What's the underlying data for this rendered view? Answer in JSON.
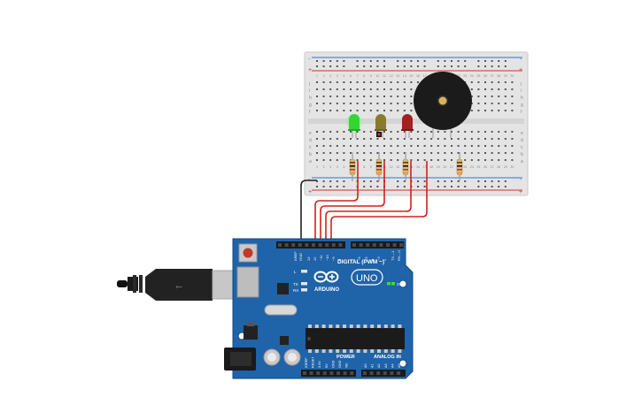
{
  "colors": {
    "canvas": "#ffffff",
    "breadboard": "#e4e4e4",
    "rail_red": "#d32f2f",
    "rail_blue": "#3b6ecf",
    "board": "#1f63a8",
    "board_dark": "#124a80",
    "wire_red": "#d61f1f",
    "wire_black": "#222222",
    "led_green": "#33d633",
    "led_yellow": "#8a7a2c",
    "led_red": "#a32020"
  },
  "breadboard": {
    "rail_plus": "+",
    "rail_minus": "-",
    "row_letters_top": [
      "j",
      "i",
      "h",
      "g",
      "f"
    ],
    "row_letters_bottom": [
      "e",
      "d",
      "c",
      "b",
      "a"
    ],
    "column_numbers": [
      "1",
      "2",
      "3",
      "4",
      "5",
      "6",
      "7",
      "8",
      "9",
      "10",
      "11",
      "12",
      "13",
      "14",
      "15",
      "16",
      "17",
      "18",
      "19",
      "20",
      "21",
      "22",
      "23",
      "24",
      "25",
      "26",
      "27",
      "28",
      "29",
      "30"
    ]
  },
  "components": {
    "leds": [
      {
        "name": "led-green",
        "color": "#33d633"
      },
      {
        "name": "led-yellow",
        "color": "#8a7a2c"
      },
      {
        "name": "led-red",
        "color": "#a32020"
      }
    ],
    "resistor_count": 4,
    "buzzer": "piezo"
  },
  "arduino": {
    "brand": "ARDUINO",
    "model": "UNO",
    "digital_label": "DIGITAL (PWM ~)",
    "power_label": "POWER",
    "analog_label": "ANALOG IN",
    "on_label": "ON",
    "tx_label": "TX",
    "rx_label": "RX",
    "l_label": "L",
    "aref_label": "AREF",
    "gnd_label": "GND",
    "digital_pins": [
      "13",
      "12",
      "~11",
      "~10",
      "~9",
      "8",
      "7",
      "~6",
      "~5",
      "4",
      "~3",
      "2",
      "TX→1",
      "RX←0"
    ],
    "power_pins": [
      "IOREF",
      "RESET",
      "3.3V",
      "5V",
      "GND",
      "GND",
      "Vin"
    ],
    "analog_pins": [
      "A0",
      "A1",
      "A2",
      "A3",
      "A4",
      "A5"
    ]
  }
}
